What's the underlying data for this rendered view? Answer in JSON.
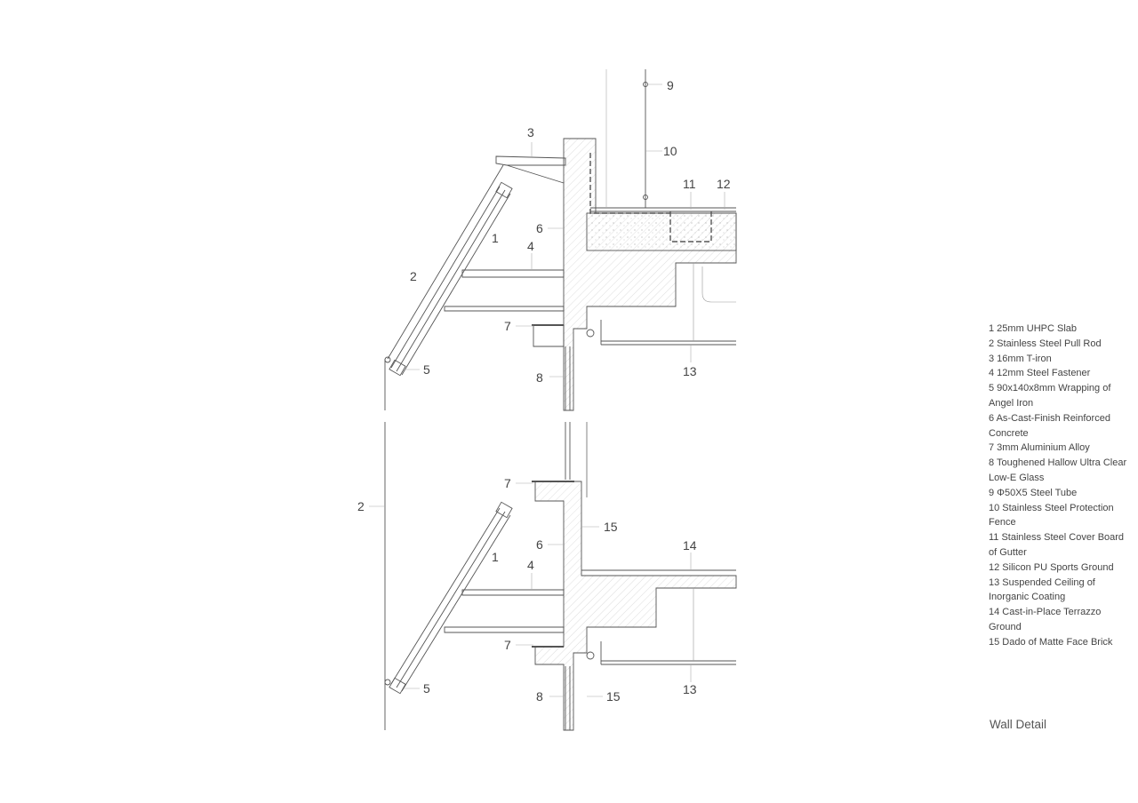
{
  "diagram": {
    "title": "Wall Detail",
    "legend": [
      "1 25mm UHPC Slab",
      "2 Stainless Steel Pull Rod",
      "3 16mm T-iron",
      "4 12mm Steel Fastener",
      "5 90x140x8mm Wrapping of Angel Iron",
      "6 As-Cast-Finish Reinforced Concrete",
      "7 3mm Aluminium Alloy",
      "8 Toughened Hallow Ultra Clear Low-E Glass",
      "9 Φ50X5 Steel Tube",
      "10 Stainless Steel Protection Fence",
      "11 Stainless Steel Cover Board of Gutter",
      "12 Silicon PU Sports Ground",
      "13 Suspended Ceiling of Inorganic Coating",
      "14 Cast-in-Place Terrazzo Ground",
      "15 Dado of Matte Face Brick"
    ],
    "callouts": {
      "upper": [
        "9",
        "10",
        "3",
        "11",
        "12",
        "6",
        "1",
        "4",
        "2",
        "7",
        "5",
        "8",
        "13"
      ],
      "lower": [
        "7",
        "2",
        "6",
        "15",
        "1",
        "4",
        "14",
        "7",
        "5",
        "8",
        "15",
        "13"
      ]
    }
  },
  "colors": {
    "line": "#555555",
    "hatch": "#bbbbbb",
    "concrete": "#f4f4f4"
  }
}
